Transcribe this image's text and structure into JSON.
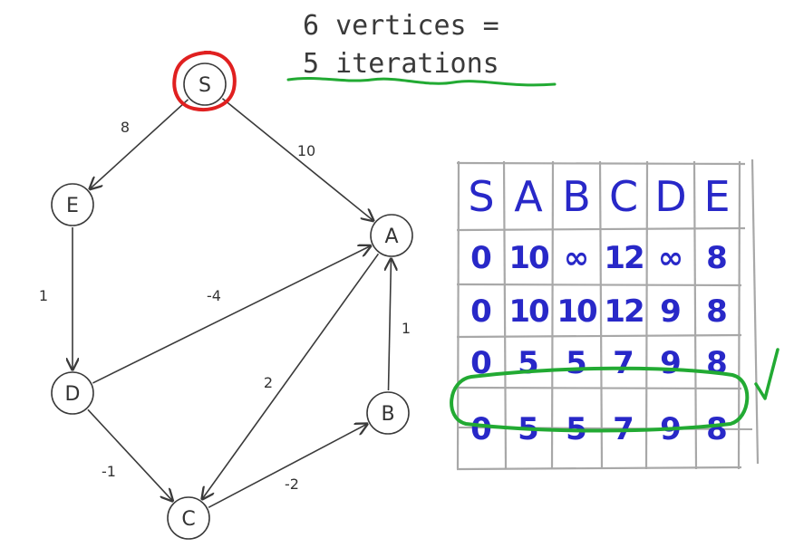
{
  "note": {
    "line1": "6 vertices =",
    "line2": "5 iterations"
  },
  "colors": {
    "ink": "#3a3a3a",
    "source_ring": "#e02020",
    "highlight": "#22aa33",
    "table_ink": "#2828c8",
    "grid": "#a8a8a8"
  },
  "graph": {
    "nodes": [
      {
        "id": "S",
        "label": "S"
      },
      {
        "id": "E",
        "label": "E"
      },
      {
        "id": "A",
        "label": "A"
      },
      {
        "id": "D",
        "label": "D"
      },
      {
        "id": "B",
        "label": "B"
      },
      {
        "id": "C",
        "label": "C"
      }
    ],
    "edges": [
      {
        "from": "S",
        "to": "E",
        "weight": "8"
      },
      {
        "from": "S",
        "to": "A",
        "weight": "10"
      },
      {
        "from": "E",
        "to": "D",
        "weight": "1"
      },
      {
        "from": "D",
        "to": "A",
        "weight": "-4"
      },
      {
        "from": "A",
        "to": "C",
        "weight": "2"
      },
      {
        "from": "B",
        "to": "A",
        "weight": "1"
      },
      {
        "from": "D",
        "to": "C",
        "weight": "-1"
      },
      {
        "from": "C",
        "to": "B",
        "weight": "-2"
      }
    ],
    "source": "S"
  },
  "table": {
    "headers": [
      "S",
      "A",
      "B",
      "C",
      "D",
      "E"
    ],
    "rows": [
      [
        "0",
        "10",
        "∞",
        "12",
        "∞",
        "8"
      ],
      [
        "0",
        "10",
        "10",
        "12",
        "9",
        "8"
      ],
      [
        "0",
        "5",
        "5",
        "7",
        "9",
        "8"
      ],
      [
        "0",
        "5",
        "5",
        "7",
        "9",
        "8"
      ]
    ],
    "final_row_checked": true
  }
}
